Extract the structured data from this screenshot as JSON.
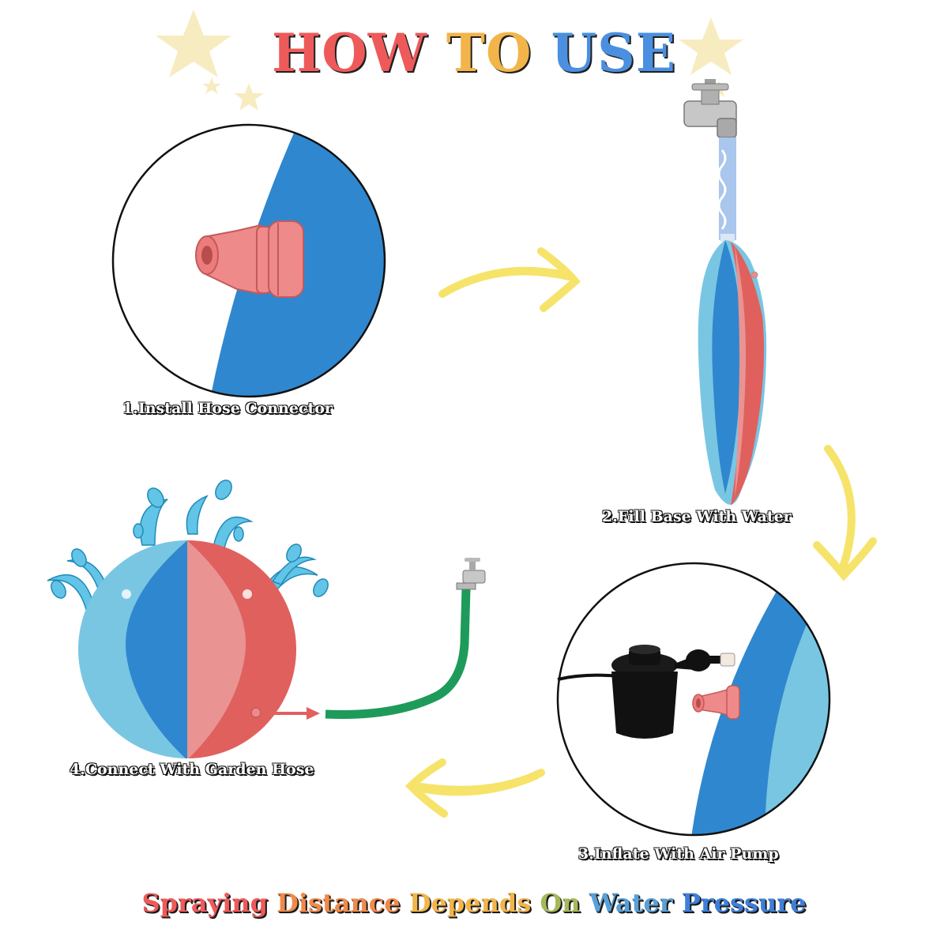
{
  "title": {
    "text": "HOW TO USE",
    "words": [
      "HOW",
      "TO",
      "USE"
    ],
    "colors": [
      "#ee5a5a",
      "#f2b54a",
      "#4b8fe0"
    ]
  },
  "steps": [
    {
      "label": "1.Install Hose Connector"
    },
    {
      "label": "2.Fill Base With Water"
    },
    {
      "label": "3.Inflate With Air Pump"
    },
    {
      "label": "4.Connect With Garden Hose"
    }
  ],
  "footer": {
    "text": "Spraying Distance Depends On Water Pressure",
    "words": [
      "Spraying",
      "Distance",
      "Depends",
      "On",
      "Water",
      "Pressure"
    ],
    "colors": [
      "#ee5a5a",
      "#f08a4b",
      "#f2b54a",
      "#a6b95a",
      "#5aa0d6",
      "#3e7fd9"
    ]
  },
  "colors": {
    "ball_blue": "#2f87cf",
    "ball_light_blue": "#79c6e3",
    "ball_red": "#e0605e",
    "ball_pink": "#e99392",
    "connector": "#ef8a8a",
    "arrow_yellow": "#f6e36a",
    "hose_green": "#1e9b5a",
    "star": "#f7ecc0",
    "splash": "#62c4e6",
    "pump_black": "#111111",
    "faucet_gray": "#b9b9b9"
  },
  "icons": [
    "star-icon",
    "faucet-icon",
    "air-pump-icon",
    "curved-arrow-icon",
    "water-splash-icon",
    "beach-ball-icon",
    "hose-connector-icon"
  ]
}
